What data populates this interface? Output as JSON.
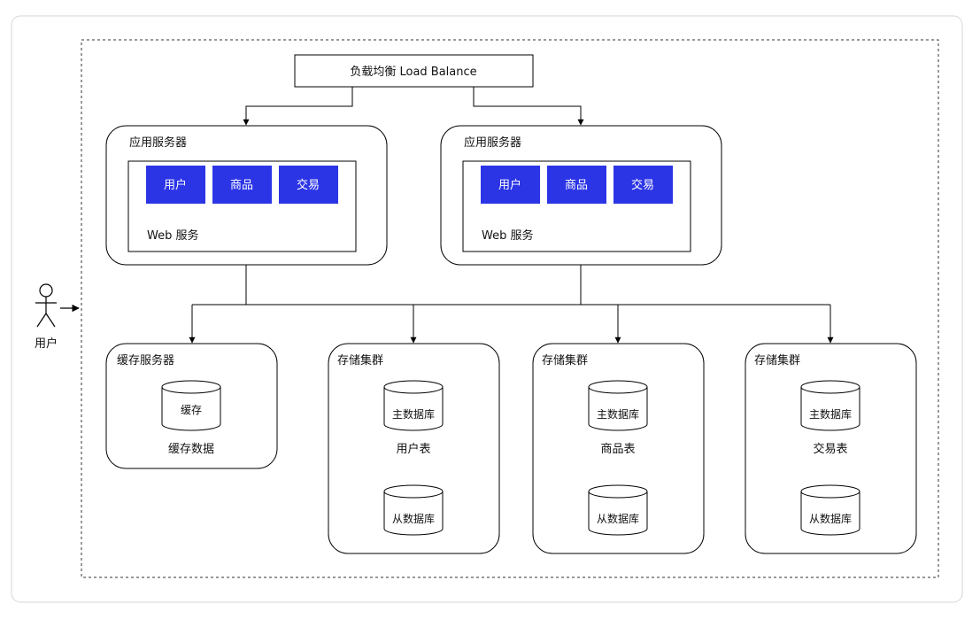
{
  "colors": {
    "module_fill": "#2b35e6",
    "stroke": "#000000",
    "frame": "#d6d6d6",
    "background": "#ffffff"
  },
  "load_balancer": {
    "label": "负载均衡 Load Balance"
  },
  "user": {
    "label": "用户",
    "icon": "person-icon"
  },
  "app_servers": [
    {
      "title": "应用服务器",
      "web_label": "Web 服务",
      "modules": [
        "用户",
        "商品",
        "交易"
      ]
    },
    {
      "title": "应用服务器",
      "web_label": "Web 服务",
      "modules": [
        "用户",
        "商品",
        "交易"
      ]
    }
  ],
  "cache_server": {
    "title": "缓存服务器",
    "db_label": "缓存",
    "caption": "缓存数据"
  },
  "storage_clusters": [
    {
      "title": "存储集群",
      "master_label": "主数据库",
      "table_label": "用户表",
      "slave_label": "从数据库"
    },
    {
      "title": "存储集群",
      "master_label": "主数据库",
      "table_label": "商品表",
      "slave_label": "从数据库"
    },
    {
      "title": "存储集群",
      "master_label": "主数据库",
      "table_label": "交易表",
      "slave_label": "从数据库"
    }
  ]
}
